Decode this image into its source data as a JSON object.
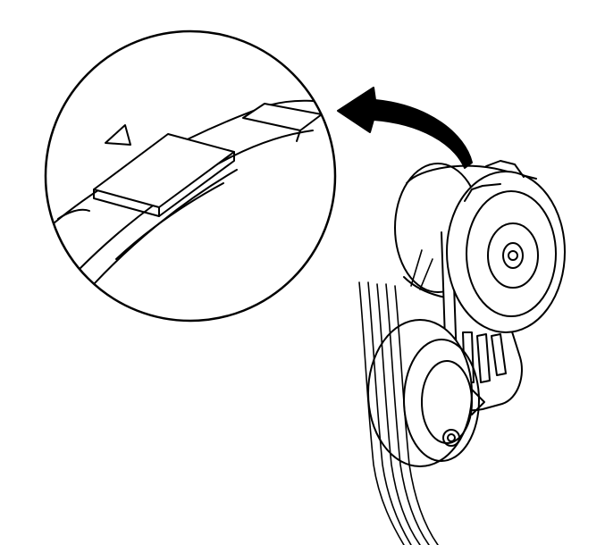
{
  "diagram": {
    "description_visible_text": "",
    "colors": {
      "line": "#000000",
      "fill": "#ffffff",
      "arrow": "#000000"
    },
    "components": [
      {
        "name": "detail-magnifier-circle"
      },
      {
        "name": "alignment-arrow-icon"
      },
      {
        "name": "tensioner-pulley"
      },
      {
        "name": "tensioner-arm"
      },
      {
        "name": "idler-pulley"
      },
      {
        "name": "drive-belt"
      }
    ]
  }
}
